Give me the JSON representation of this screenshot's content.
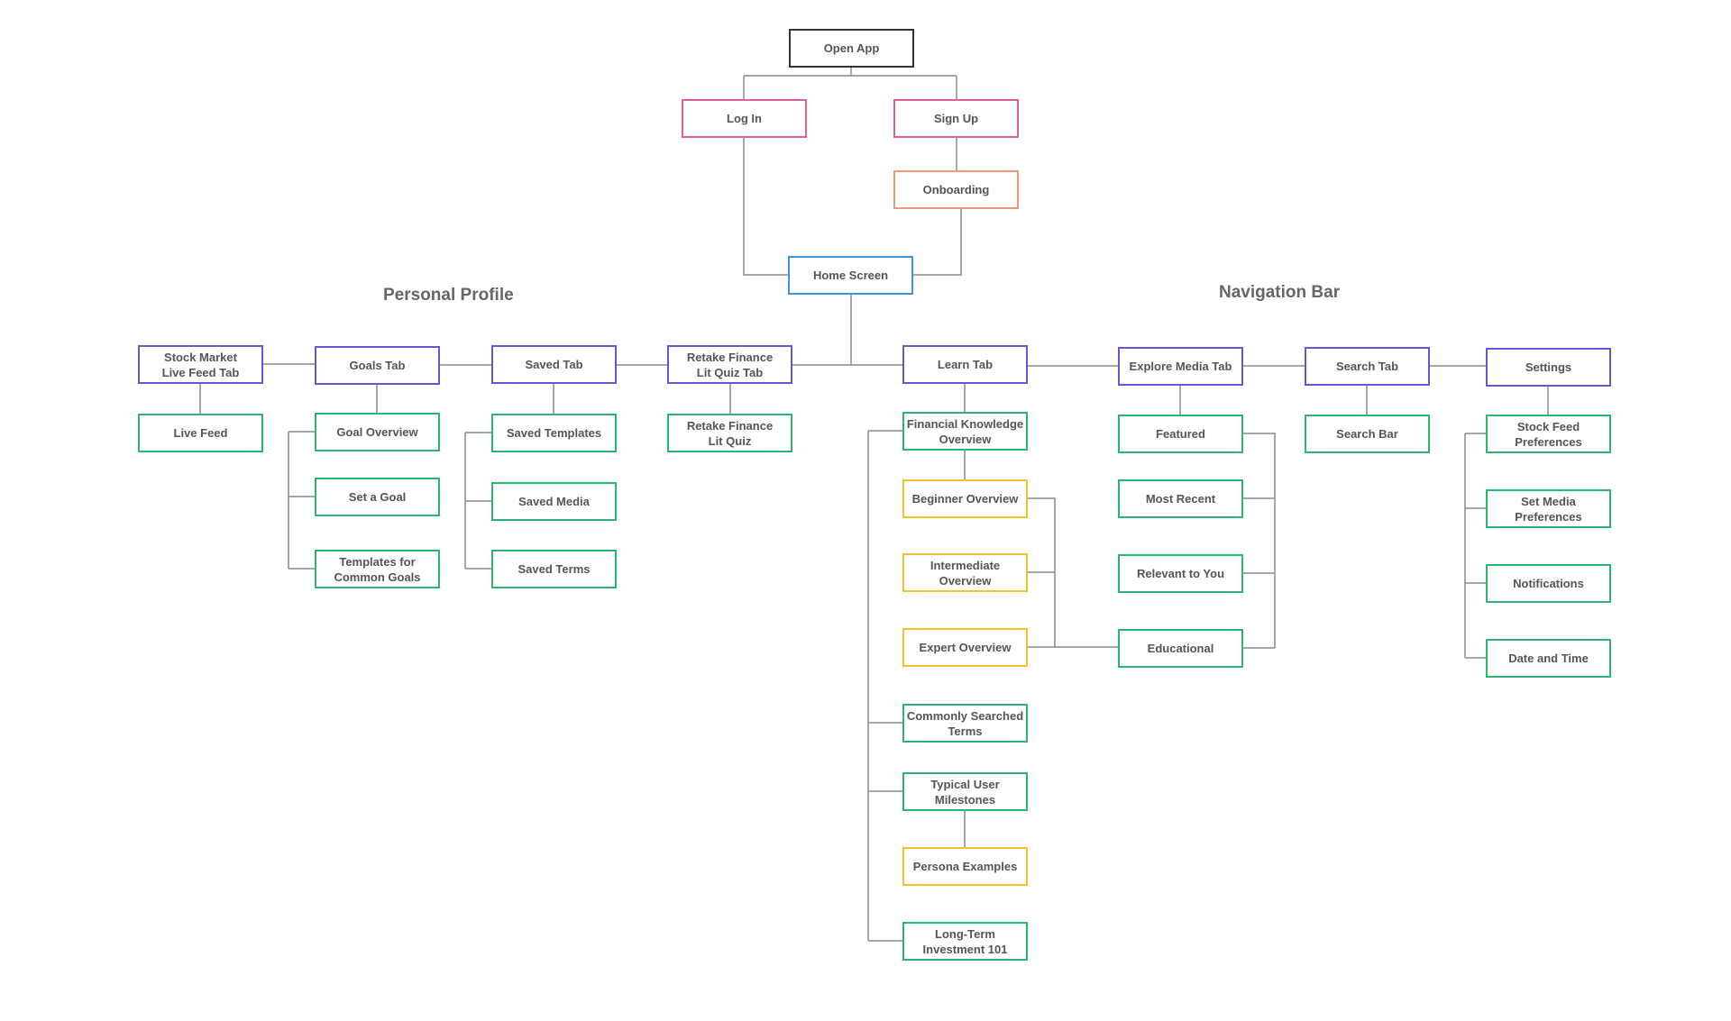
{
  "sections": {
    "personal_profile": "Personal Profile",
    "navigation_bar": "Navigation Bar"
  },
  "nodes": {
    "open_app": "Open App",
    "log_in": "Log In",
    "sign_up": "Sign Up",
    "onboarding": "Onboarding",
    "home_screen": "Home Screen",
    "stock_market_tab": "Stock Market\nLive Feed Tab",
    "live_feed": "Live Feed",
    "goals_tab": "Goals Tab",
    "goal_overview": "Goal Overview",
    "set_a_goal": "Set a Goal",
    "templates_goals": "Templates for\nCommon Goals",
    "saved_tab": "Saved Tab",
    "saved_templates": "Saved Templates",
    "saved_media": "Saved Media",
    "saved_terms": "Saved Terms",
    "retake_quiz_tab": "Retake Finance\nLit Quiz Tab",
    "retake_quiz": "Retake Finance\nLit Quiz",
    "learn_tab": "Learn Tab",
    "fin_knowledge": "Financial Knowledge\nOverview",
    "beginner": "Beginner Overview",
    "intermediate": "Intermediate\nOverview",
    "expert": "Expert Overview",
    "common_terms": "Commonly Searched\nTerms",
    "milestones": "Typical User\nMilestones",
    "persona": "Persona Examples",
    "long_term": "Long-Term\nInvestment 101",
    "explore_tab": "Explore Media Tab",
    "featured": "Featured",
    "most_recent": "Most Recent",
    "relevant": "Relevant to You",
    "educational": "Educational",
    "search_tab": "Search Tab",
    "search_bar": "Search Bar",
    "settings": "Settings",
    "stock_feed_prefs": "Stock Feed\nPreferences",
    "media_prefs": "Set Media\nPreferences",
    "notifications": "Notifications",
    "date_time": "Date and Time"
  },
  "colors": {
    "start": "#333333",
    "auth": "#e35d97",
    "onboarding": "#ec9a77",
    "home": "#3d95e0",
    "tab": "#6457d6",
    "leaf": "#2bb672",
    "level": "#f3c22e",
    "connector": "#8a8a8a"
  }
}
